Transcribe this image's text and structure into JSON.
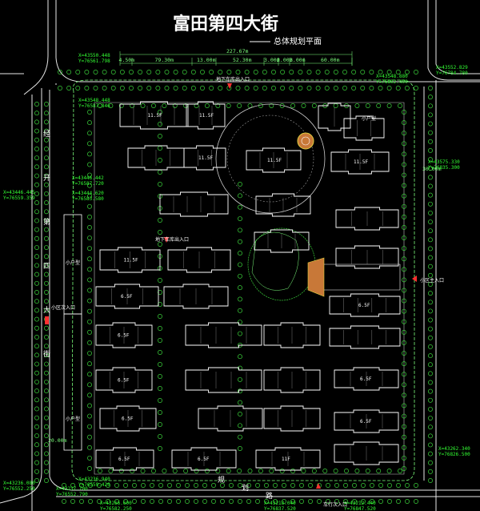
{
  "title": "富田第四大街",
  "subtitle": "总体规划平面",
  "colors": {
    "background": "#000000",
    "title": "#ffffff",
    "road_edge": "#e8e8e8",
    "building": "#ffffff",
    "tree": "#3bd13b",
    "dimension": "#7cff7c",
    "coordinate": "#33ff33",
    "marker": "#ff3030",
    "plaza": "#c87838",
    "accent_yellow": "#e0d040"
  },
  "top_dimensions": {
    "overall": "227.67m",
    "segments": [
      "4.50m",
      "79.30m",
      "13.00m",
      "52.30m",
      "3.00m",
      "2.00m",
      "3.00m",
      "60.00m"
    ]
  },
  "side_dimensions": {
    "right": "30.00m",
    "left_bottom": "20.00m"
  },
  "coordinates": {
    "top_left": [
      "X=43550.448",
      "Y=76561.798"
    ],
    "top_left_inner": [
      "X=43548.448",
      "Y=76587.846"
    ],
    "top_right": [
      "X=43552.829",
      "Y=76784.780"
    ],
    "top_right_outer": [
      "X=43548.880",
      "Y=76802.400"
    ],
    "right_mid": [
      "X=43575.330",
      "Y=76835.300"
    ],
    "left_mid": [
      "X=43446.445",
      "Y=76559.359"
    ],
    "left_mid_inner": [
      "X=43446.442",
      "Y=76587.720"
    ],
    "left_mid_inner2": [
      "X=43444.620",
      "Y=76583.580"
    ],
    "bottom_left": [
      "X=43236.080",
      "Y=76552.250"
    ],
    "bottom_left_inner": [
      "X=43236.940",
      "Y=76559.420"
    ],
    "bottom_left_outer": [
      "X=43237.700",
      "Y=76552.790"
    ],
    "bottom_mid": [
      "X=43266.600",
      "Y=76582.250"
    ],
    "bottom_right": [
      "X=43262.340",
      "Y=76826.500"
    ],
    "bottom_right_inner": [
      "X=43212.440",
      "Y=76847.520"
    ],
    "bottom_mid_right": [
      "X=43218.040",
      "Y=76837.520"
    ]
  },
  "entrances": {
    "north": "地下车库出入口",
    "garage_mid": "地下车库出入口",
    "west": "小区次入口",
    "east": "小区主入口",
    "south": "车行次入口"
  },
  "roads": {
    "west_vertical": [
      "经",
      "开",
      "第",
      "四",
      "大",
      "街"
    ],
    "south": [
      "规",
      "划",
      "路"
    ]
  },
  "labels": {
    "shop": "小户型",
    "shop2": "小户型",
    "kinder": "小户型"
  },
  "buildings": [
    {
      "id": "1",
      "label": "11.5F"
    },
    {
      "id": "2",
      "label": "11.5F"
    },
    {
      "id": "3",
      "label": "11.5F"
    },
    {
      "id": "4",
      "label": "11.5F"
    },
    {
      "id": "5",
      "label": "11.5F"
    },
    {
      "id": "6",
      "label": "11.5F"
    },
    {
      "id": "7",
      "label": "6.5F"
    },
    {
      "id": "8",
      "label": "6.5F"
    },
    {
      "id": "9",
      "label": "6.5F"
    },
    {
      "id": "10",
      "label": "6.5F"
    },
    {
      "id": "11",
      "label": "6.5F"
    },
    {
      "id": "12",
      "label": "6.5F"
    },
    {
      "id": "13",
      "label": "6.5F"
    },
    {
      "id": "14",
      "label": "6.5F"
    },
    {
      "id": "15",
      "label": "6.5F"
    },
    {
      "id": "16",
      "label": "11F"
    },
    {
      "id": "17",
      "label": "11F"
    },
    {
      "id": "18",
      "label": "6.5F"
    },
    {
      "id": "19",
      "label": "6.5F"
    }
  ]
}
